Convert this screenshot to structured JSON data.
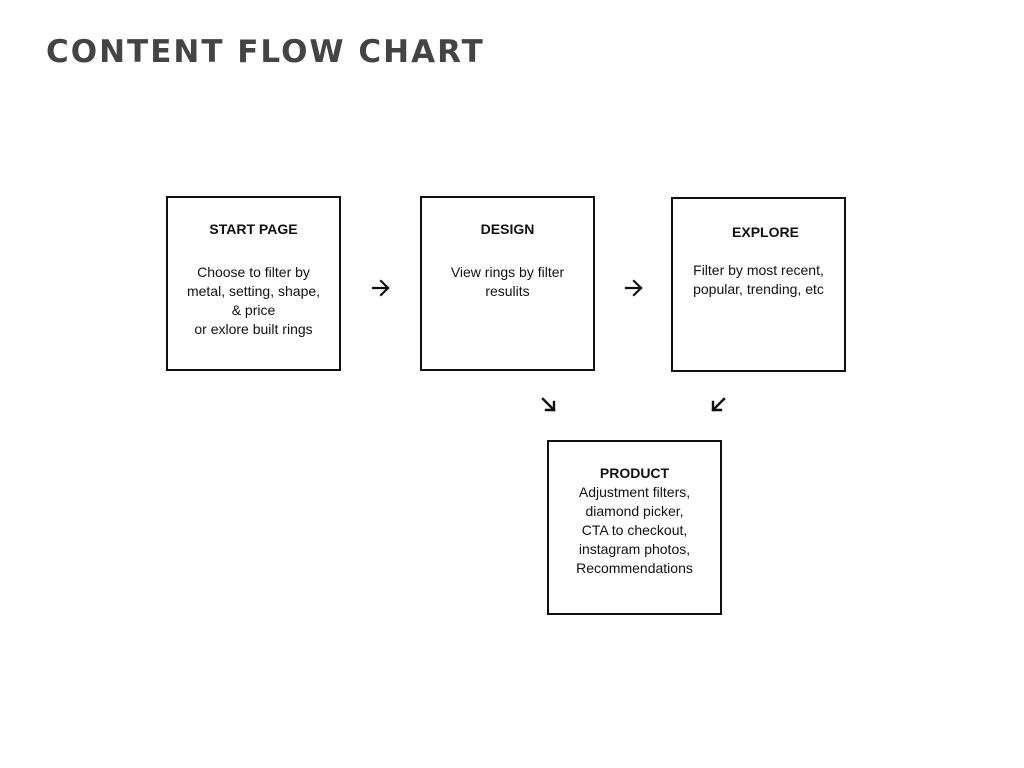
{
  "title": "CONTENT FLOW CHART",
  "nodes": {
    "start": {
      "title": "START PAGE",
      "lines": [
        "Choose to filter by",
        "metal, setting, shape,",
        "& price",
        "or exlore built rings"
      ]
    },
    "design": {
      "title": "DESIGN",
      "lines": [
        "View rings by filter",
        "resulits"
      ]
    },
    "explore": {
      "title": "EXPLORE",
      "lines": [
        "Filter by most recent,",
        "popular, trending, etc"
      ]
    },
    "product": {
      "title": "PRODUCT",
      "lines": [
        "Adjustment filters,",
        "diamond picker,",
        "CTA to checkout,",
        "instagram photos,",
        "Recommendations"
      ]
    }
  },
  "edges": [
    {
      "from": "START PAGE",
      "to": "DESIGN",
      "direction": "right"
    },
    {
      "from": "DESIGN",
      "to": "EXPLORE",
      "direction": "right"
    },
    {
      "from": "DESIGN",
      "to": "PRODUCT",
      "direction": "down-right"
    },
    {
      "from": "EXPLORE",
      "to": "PRODUCT",
      "direction": "down-left"
    }
  ],
  "colors": {
    "title": "#444444",
    "stroke": "#111111",
    "background": "#ffffff"
  }
}
